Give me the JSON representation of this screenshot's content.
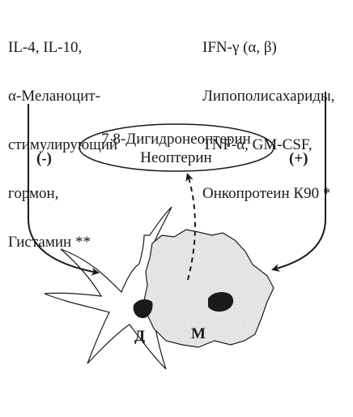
{
  "left_inhibitors": [
    "IL-4, IL-10,",
    "α-Меланоцит-",
    "стимулирующий",
    "гормон,",
    "Гистамин **"
  ],
  "right_activators": [
    "IFN-γ (α, β)",
    "Липополисахариды,",
    "TNF-α, GM-CSF,",
    "Онкопротеин К90 *"
  ],
  "signs": {
    "inhibit": "(-)",
    "activate": "(+)"
  },
  "products": [
    "7,8-Дигидронеоптерин",
    "Неоптерин"
  ],
  "cells": {
    "dendritic": "Д",
    "macrophage": "М"
  }
}
